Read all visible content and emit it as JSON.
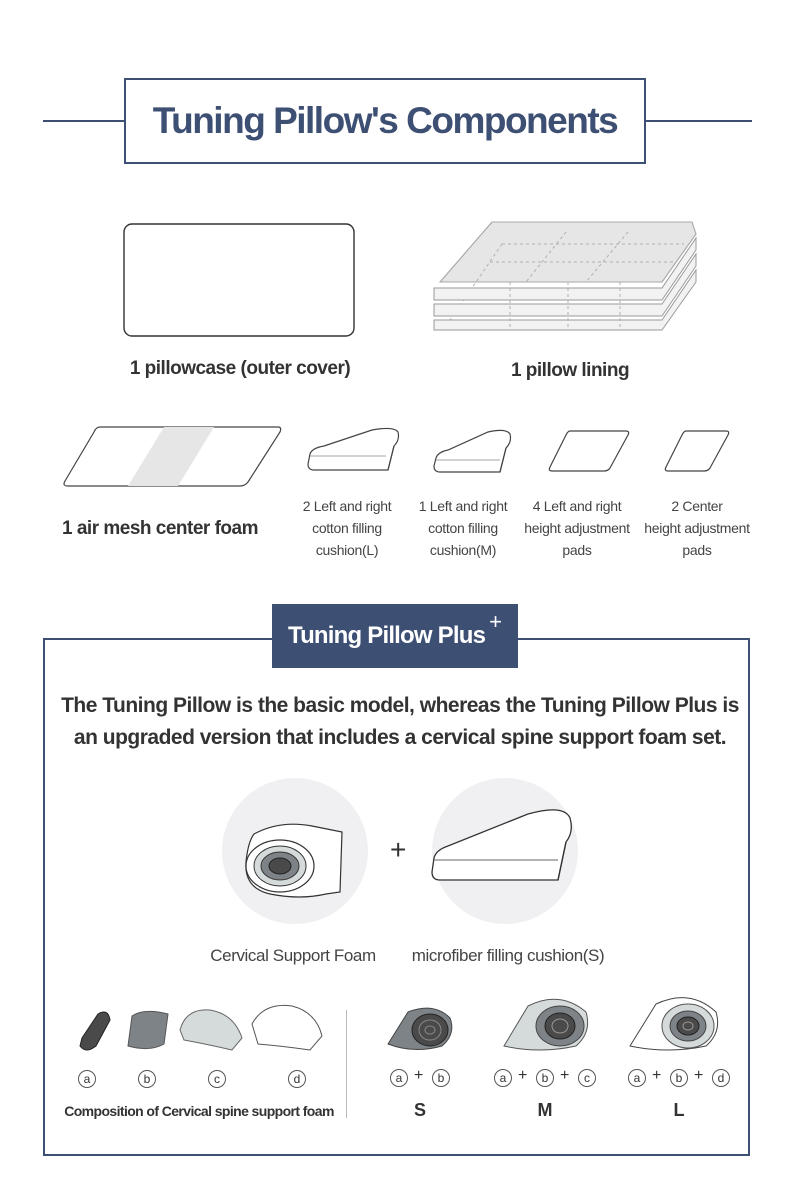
{
  "title": "Tuning Pillow's Components",
  "components": {
    "pillowcase": "1 pillowcase (outer cover)",
    "lining": "1 pillow lining",
    "air_mesh": "1 air mesh center foam",
    "cushion_l": [
      "2 Left and right",
      "cotton filling",
      "cushion(L)"
    ],
    "cushion_m": [
      "1 Left and right",
      "cotton filling",
      "cushion(M)"
    ],
    "side_pads": [
      "4 Left and right",
      "height adjustment",
      "pads"
    ],
    "center_pads": [
      "2 Center",
      "height adjustment",
      "pads"
    ]
  },
  "plus": {
    "tag": "Tuning Pillow Plus",
    "tag_sup": "+",
    "desc_line1": "The Tuning Pillow is the basic model, whereas the Tuning Pillow Plus is",
    "desc_line2": "an upgraded version that includes a cervical spine support foam set.",
    "plus_sign": "+",
    "cervical_caption": "Cervical Support Foam",
    "cushion_caption": "microfiber filling cushion(S)",
    "composition_caption": "Composition of Cervical spine support foam",
    "letters": [
      "a",
      "b",
      "c",
      "d"
    ],
    "op": "+",
    "sizes": [
      "S",
      "M",
      "L"
    ]
  },
  "colors": {
    "navy": "#3d4f73",
    "foam_a": "#4a4a4a",
    "foam_b": "#7d8387",
    "foam_c": "#d5dbdb",
    "circle_bg": "#f0f0f2"
  }
}
